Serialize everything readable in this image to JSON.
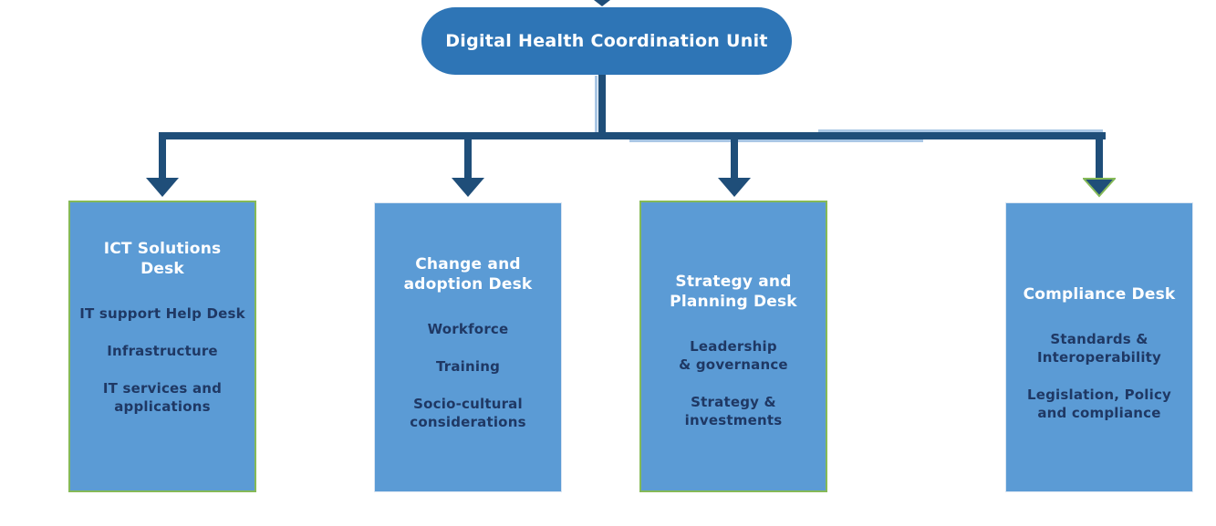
{
  "root": {
    "label": "Digital Health Coordination Unit"
  },
  "departments": [
    {
      "title": "ICT Solutions\nDesk",
      "items": [
        "IT support Help Desk",
        "Infrastructure",
        "IT services and\napplications"
      ]
    },
    {
      "title": "Change and\nadoption Desk",
      "items": [
        "Workforce",
        "Training",
        "Socio-cultural\nconsiderations"
      ]
    },
    {
      "title": "Strategy and\nPlanning Desk",
      "items": [
        "Leadership\n& governance",
        "Strategy &\ninvestments"
      ]
    },
    {
      "title": "Compliance Desk",
      "items": [
        "Standards &\nInteroperability",
        "Legislation, Policy\nand compliance"
      ]
    }
  ],
  "colors": {
    "node_fill": "#2e75b6",
    "box_fill": "#5b9bd5",
    "connector": "#1f4e79",
    "heading_text": "#ffffff",
    "item_text": "#1f3864",
    "green_border": "#85b957",
    "artifact_blue": "#aac7e5",
    "box_edge_light": "#d9e5f2"
  }
}
